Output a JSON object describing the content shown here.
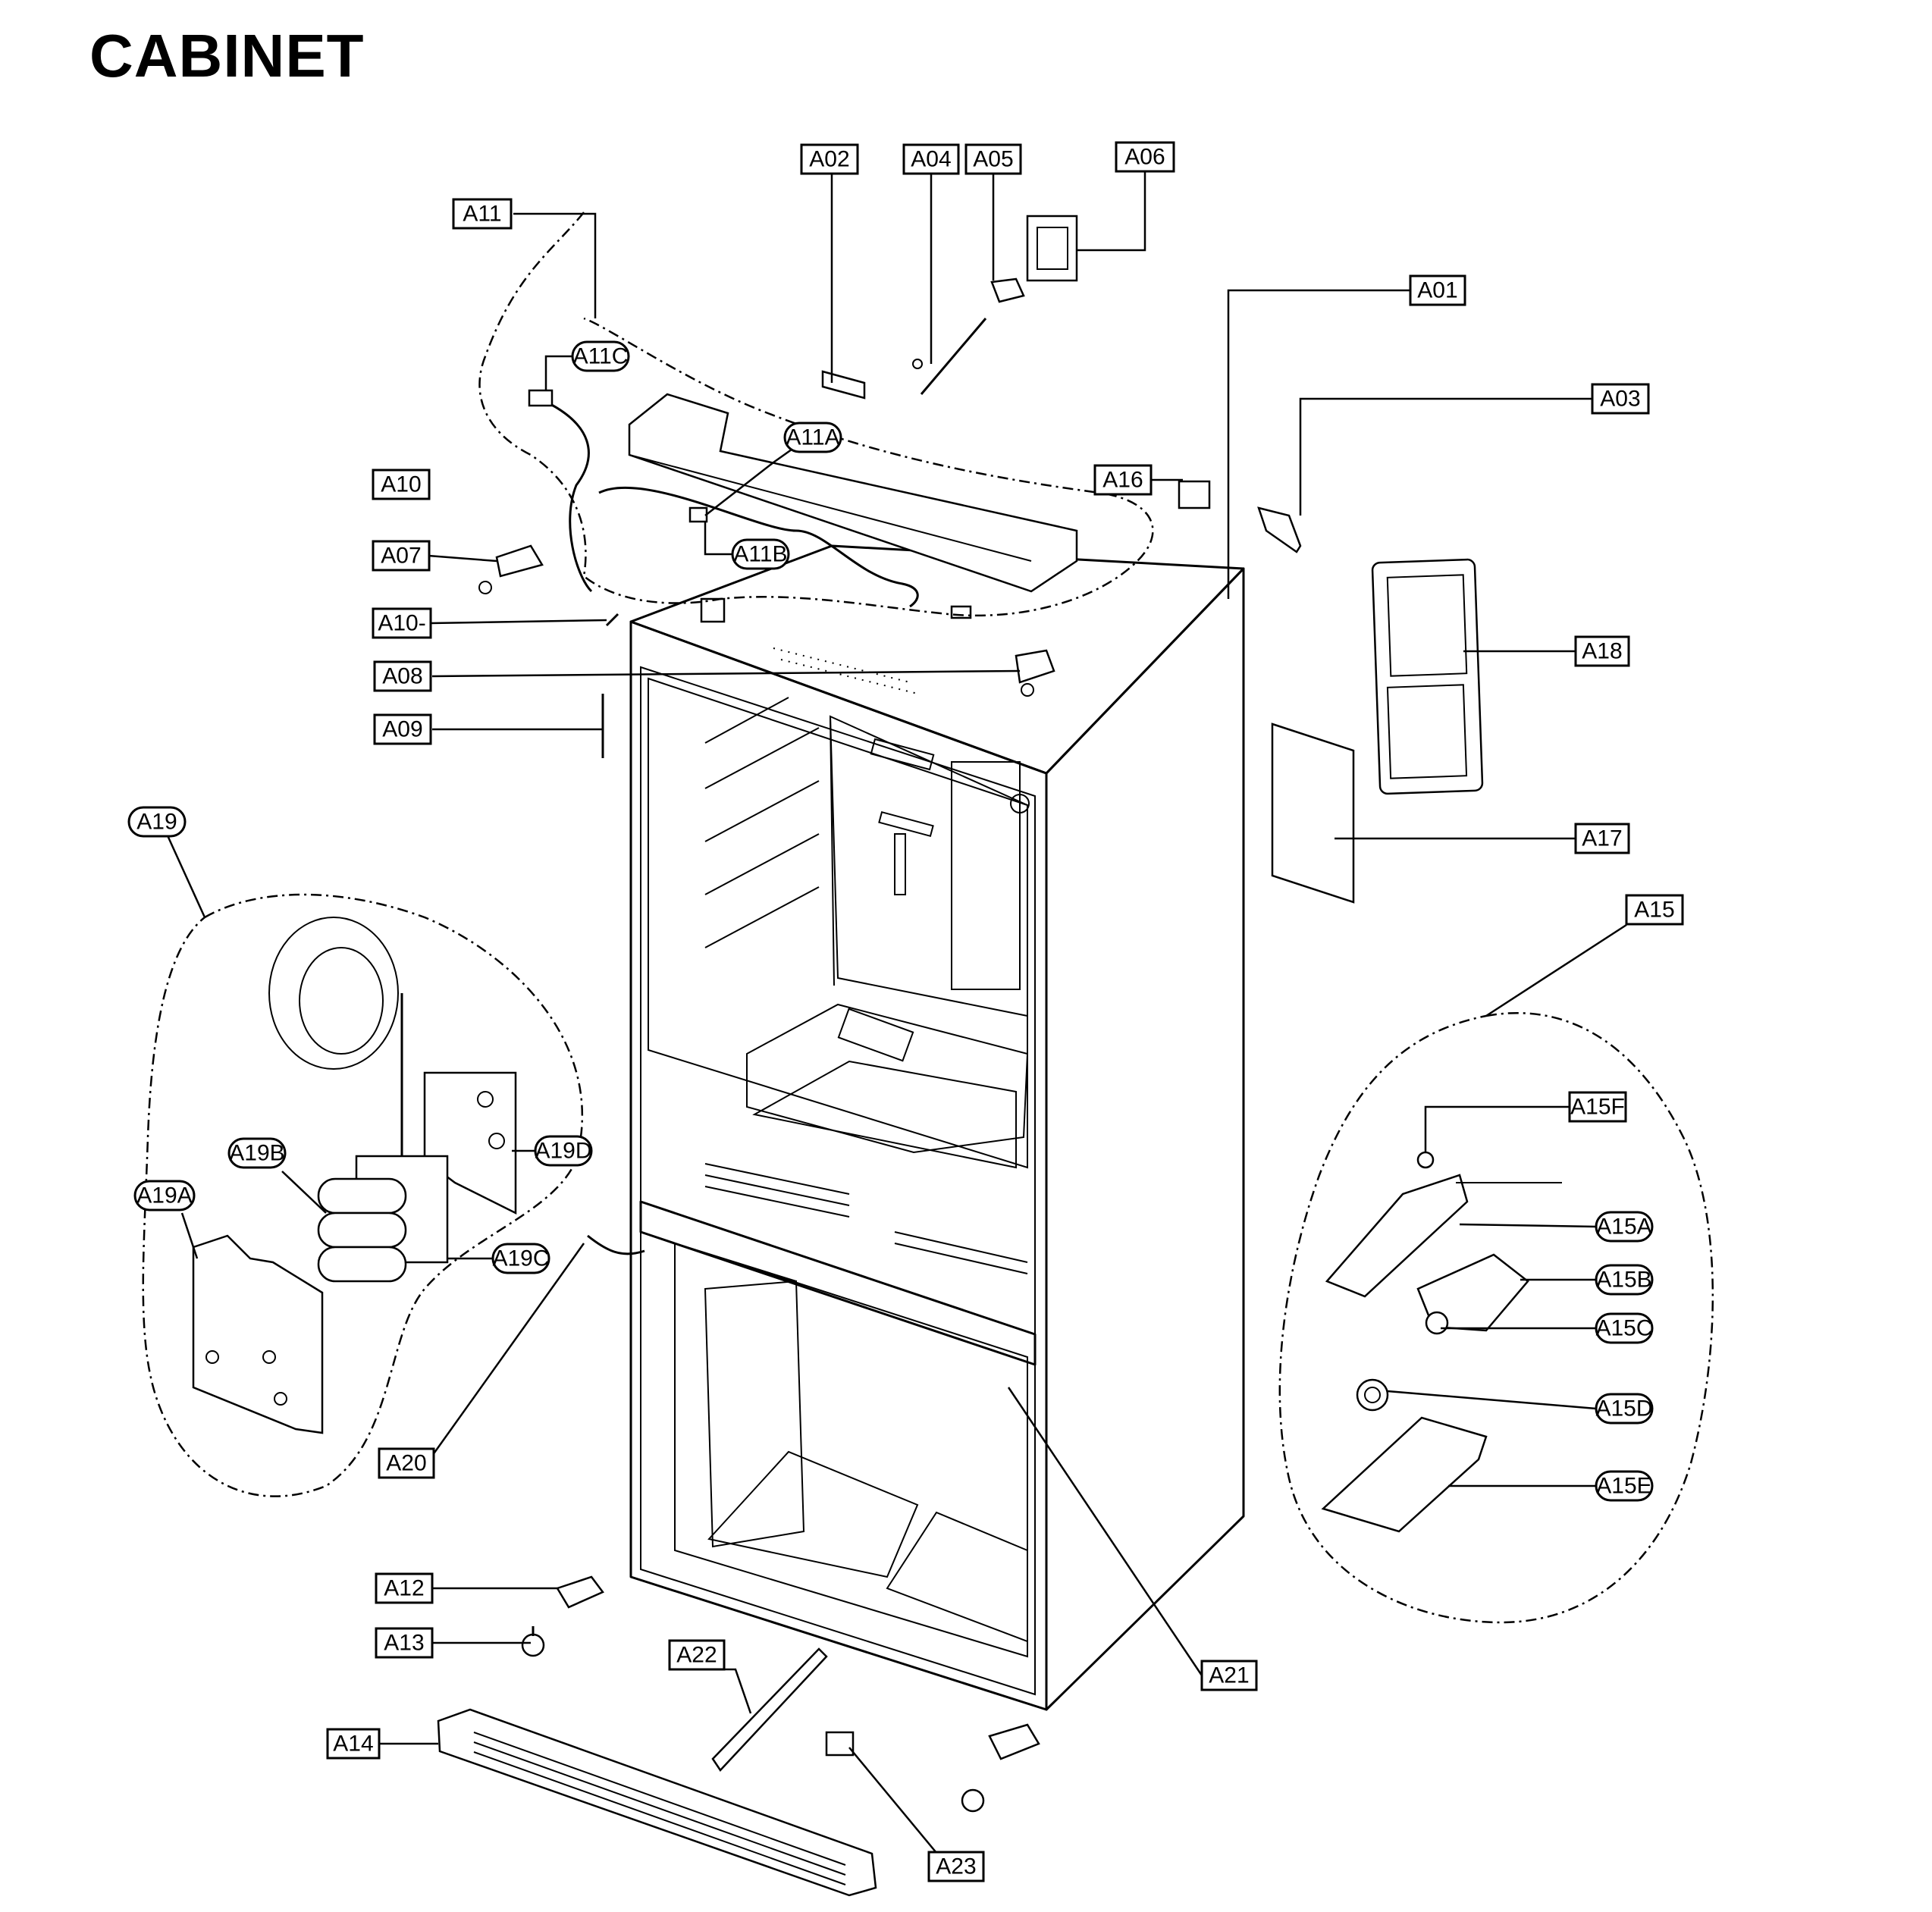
{
  "title": "CABINET",
  "labels": {
    "A01": "A01",
    "A02": "A02",
    "A03": "A03",
    "A04": "A04",
    "A05": "A05",
    "A06": "A06",
    "A07": "A07",
    "A08": "A08",
    "A09": "A09",
    "A10": "A10",
    "A10b": "A10-",
    "A11": "A11",
    "A11A": "A11A",
    "A11B": "A11B",
    "A11C": "A11C",
    "A12": "A12",
    "A13": "A13",
    "A14": "A14",
    "A15": "A15",
    "A15A": "A15A",
    "A15B": "A15B",
    "A15C": "A15C",
    "A15D": "A15D",
    "A15E": "A15E",
    "A15F": "A15F",
    "A16": "A16",
    "A17": "A17",
    "A18": "A18",
    "A19": "A19",
    "A19A": "A19A",
    "A19B": "A19B",
    "A19C": "A19C",
    "A19D": "A19D",
    "A20": "A20",
    "A21": "A21",
    "A22": "A22",
    "A23": "A23"
  }
}
